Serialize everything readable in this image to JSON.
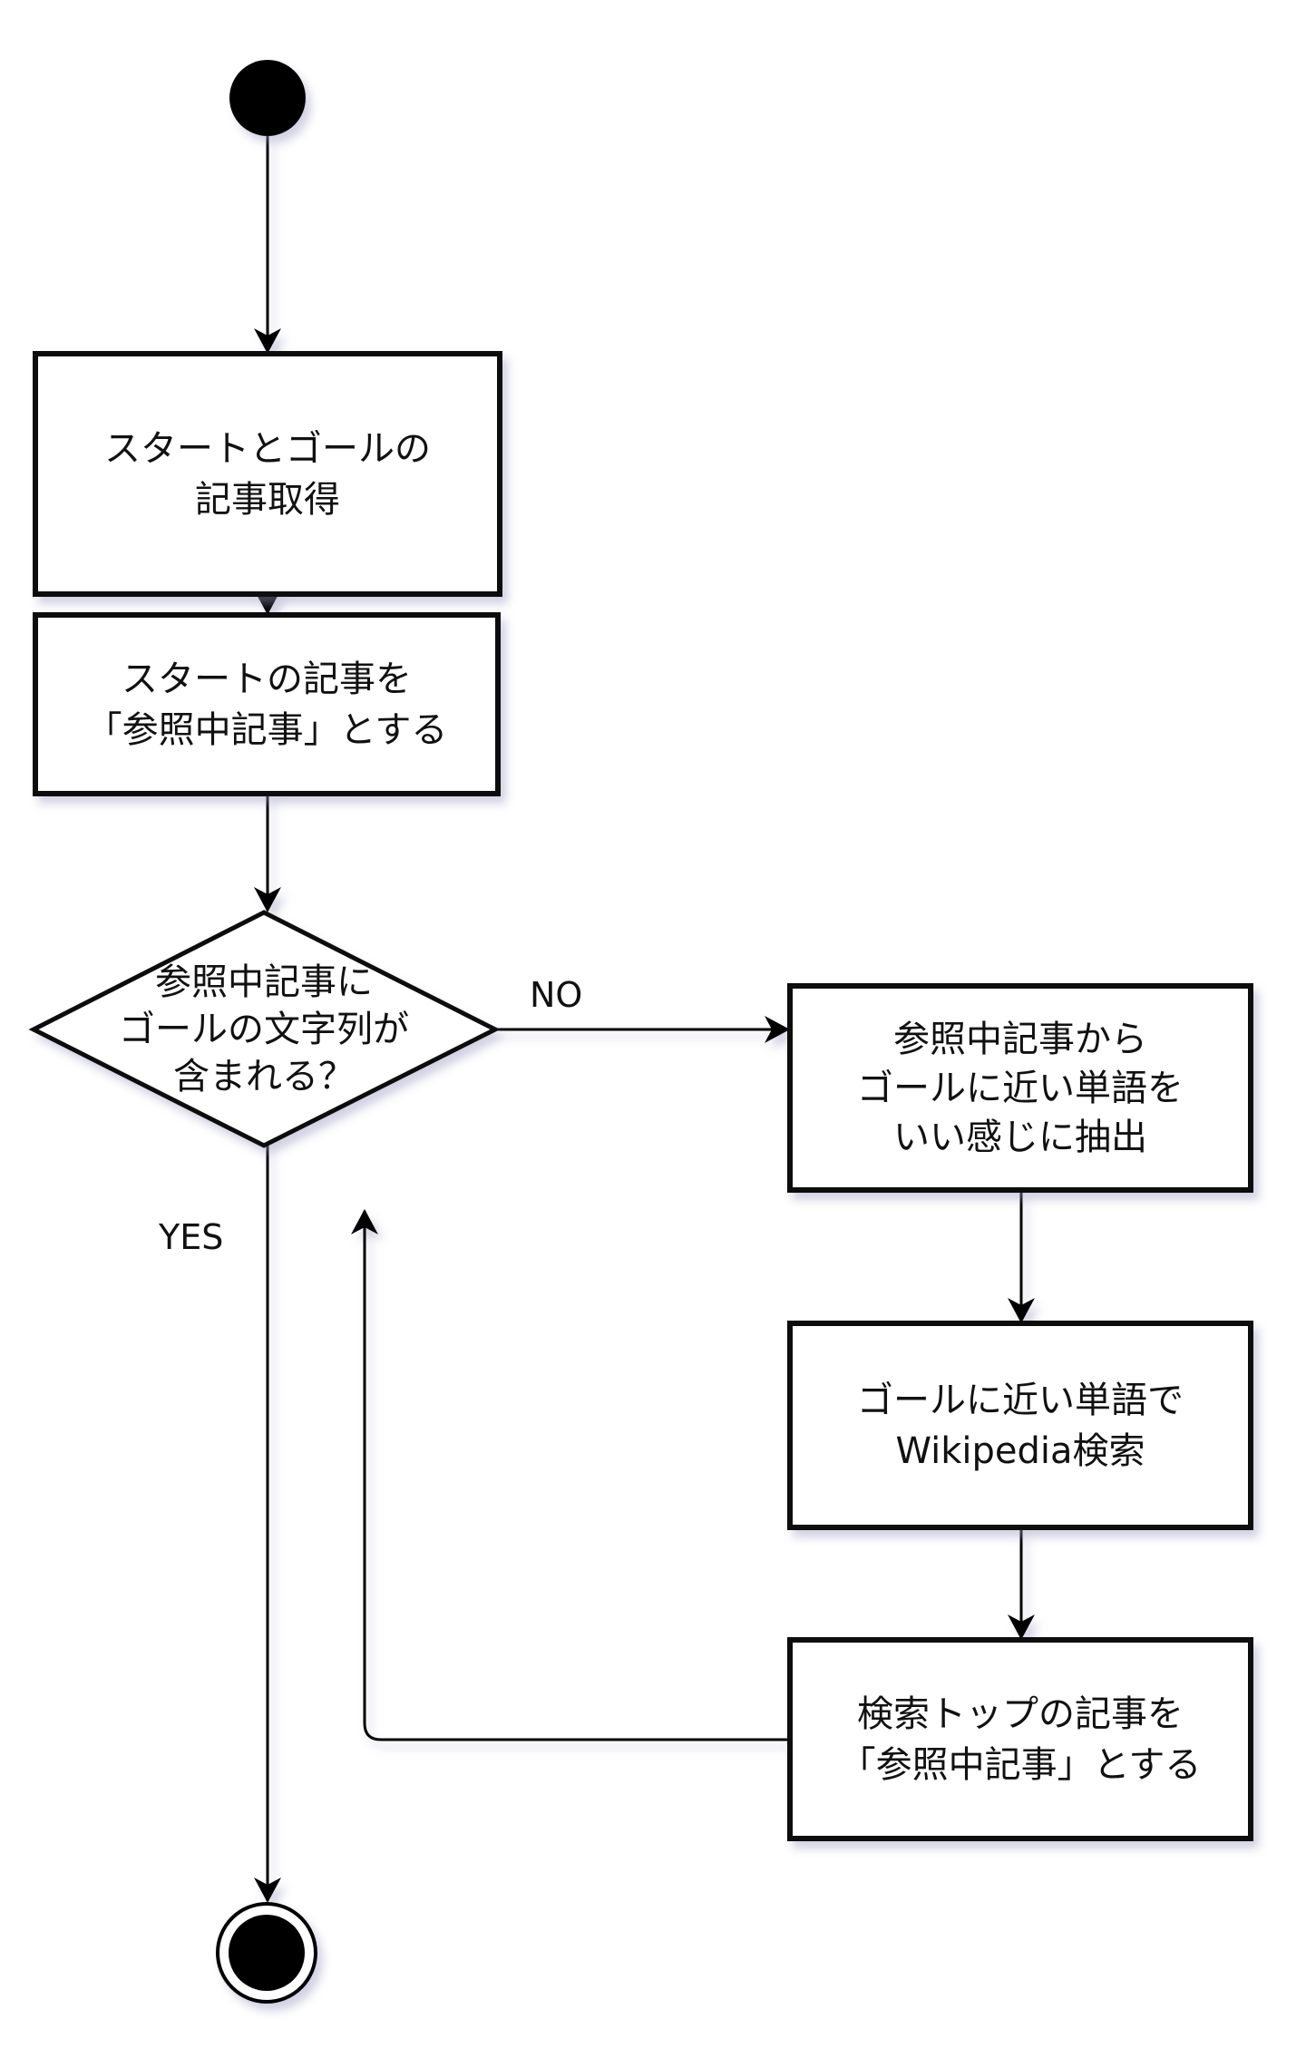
{
  "diagram": {
    "type": "activity-flowchart",
    "colors": {
      "stroke": "#000000",
      "fill": "#ffffff",
      "shadow": "#b8b8d0",
      "text": "#111111"
    },
    "nodes": {
      "start": {
        "kind": "initial-node"
      },
      "get_articles": {
        "kind": "action",
        "label": "スタートとゴールの\n記事取得"
      },
      "set_current": {
        "kind": "action",
        "label": "スタートの記事を\n「参照中記事」とする"
      },
      "contains_goal": {
        "kind": "decision",
        "label": "参照中記事に\nゴールの文字列が\n含まれる？"
      },
      "extract_word": {
        "kind": "action",
        "label": "参照中記事から\nゴールに近い単語を\nいい感じに抽出"
      },
      "search_wiki": {
        "kind": "action",
        "label": "ゴールに近い単語で\nWikipedia検索"
      },
      "set_top": {
        "kind": "action",
        "label": "検索トップの記事を\n「参照中記事」とする"
      },
      "end": {
        "kind": "final-node"
      }
    },
    "edges": [
      {
        "from": "start",
        "to": "get_articles",
        "label": ""
      },
      {
        "from": "get_articles",
        "to": "set_current",
        "label": ""
      },
      {
        "from": "set_current",
        "to": "contains_goal",
        "label": ""
      },
      {
        "from": "contains_goal",
        "to": "extract_word",
        "label": "NO"
      },
      {
        "from": "contains_goal",
        "to": "end",
        "label": "YES"
      },
      {
        "from": "extract_word",
        "to": "search_wiki",
        "label": ""
      },
      {
        "from": "search_wiki",
        "to": "set_top",
        "label": ""
      },
      {
        "from": "set_top",
        "to": "contains_goal",
        "label": ""
      }
    ],
    "labels": {
      "no": "NO",
      "yes": "YES"
    }
  }
}
